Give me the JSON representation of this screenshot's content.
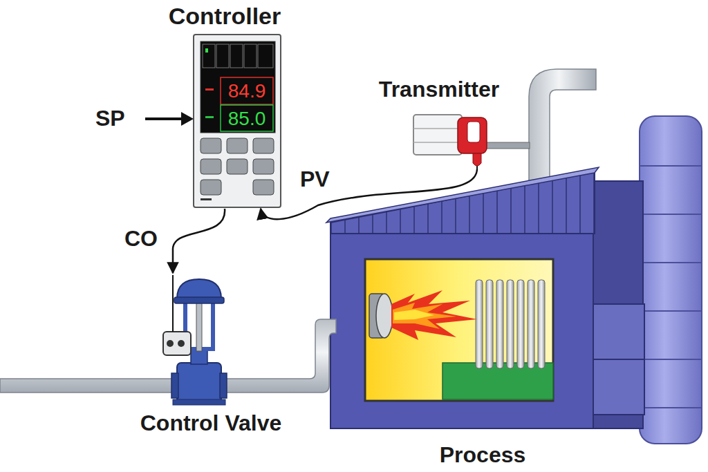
{
  "diagram": {
    "nodes": [
      {
        "text": [
          "Controller",
          "84.9",
          "85.0"
        ]
      },
      {
        "text": [
          "Transmitter"
        ]
      },
      {
        "text": [
          "Control Valve"
        ]
      },
      {
        "text": [
          "Process"
        ]
      }
    ],
    "edges": [
      {
        "from": 1,
        "to": 0,
        "arrow": "to",
        "label": "PV"
      },
      {
        "from": 0,
        "to": 2,
        "arrow": "to",
        "label": "CO"
      }
    ],
    "labels": [
      "SP"
    ]
  }
}
